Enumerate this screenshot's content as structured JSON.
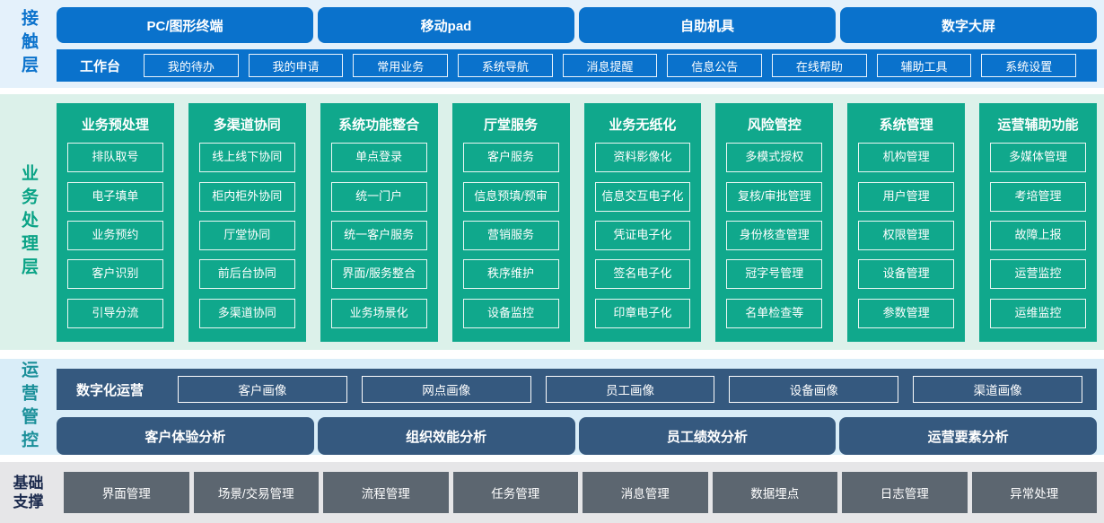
{
  "layers": {
    "contact": {
      "label": "接触层",
      "channels": [
        "PC/图形终端",
        "移动pad",
        "自助机具",
        "数字大屏"
      ],
      "workbench": {
        "label": "工作台",
        "items": [
          "我的待办",
          "我的申请",
          "常用业务",
          "系统导航",
          "消息提醒",
          "信息公告",
          "在线帮助",
          "辅助工具",
          "系统设置"
        ]
      }
    },
    "process": {
      "label": "业务处理层",
      "columns": [
        {
          "title": "业务预处理",
          "items": [
            "排队取号",
            "电子填单",
            "业务预约",
            "客户识别",
            "引导分流"
          ]
        },
        {
          "title": "多渠道协同",
          "items": [
            "线上线下协同",
            "柜内柜外协同",
            "厅堂协同",
            "前后台协同",
            "多渠道协同"
          ]
        },
        {
          "title": "系统功能整合",
          "items": [
            "单点登录",
            "统一门户",
            "统一客户服务",
            "界面/服务整合",
            "业务场景化"
          ]
        },
        {
          "title": "厅堂服务",
          "items": [
            "客户服务",
            "信息预填/预审",
            "营销服务",
            "秩序维护",
            "设备监控"
          ]
        },
        {
          "title": "业务无纸化",
          "items": [
            "资料影像化",
            "信息交互电子化",
            "凭证电子化",
            "签名电子化",
            "印章电子化"
          ]
        },
        {
          "title": "风险管控",
          "items": [
            "多模式授权",
            "复核/审批管理",
            "身份核查管理",
            "冠字号管理",
            "名单检查等"
          ]
        },
        {
          "title": "系统管理",
          "items": [
            "机构管理",
            "用户管理",
            "权限管理",
            "设备管理",
            "参数管理"
          ]
        },
        {
          "title": "运营辅助功能",
          "items": [
            "多媒体管理",
            "考培管理",
            "故障上报",
            "运营监控",
            "运维监控"
          ]
        }
      ]
    },
    "operations": {
      "label": "运营管控",
      "digital": {
        "label": "数字化运营",
        "items": [
          "客户画像",
          "网点画像",
          "员工画像",
          "设备画像",
          "渠道画像"
        ]
      },
      "analysis": [
        "客户体验分析",
        "组织效能分析",
        "员工绩效分析",
        "运营要素分析"
      ]
    },
    "foundation": {
      "label": "基础支撑",
      "items": [
        "界面管理",
        "场景/交易管理",
        "流程管理",
        "任务管理",
        "消息管理",
        "数据埋点",
        "日志管理",
        "异常处理"
      ]
    }
  },
  "colors": {
    "primary_blue": "#0a72cc",
    "light_blue_bg": "#e4f1fb",
    "teal_green": "#10a88c",
    "light_green_bg": "#dcf1ea",
    "slate_blue": "#35597f",
    "operations_bg": "#d9edf8",
    "operations_label_teal": "#1a8f99",
    "gray_button": "#5c6670",
    "gray_bg": "#e6e6e8",
    "foundation_label_navy": "#1b2a4d"
  }
}
